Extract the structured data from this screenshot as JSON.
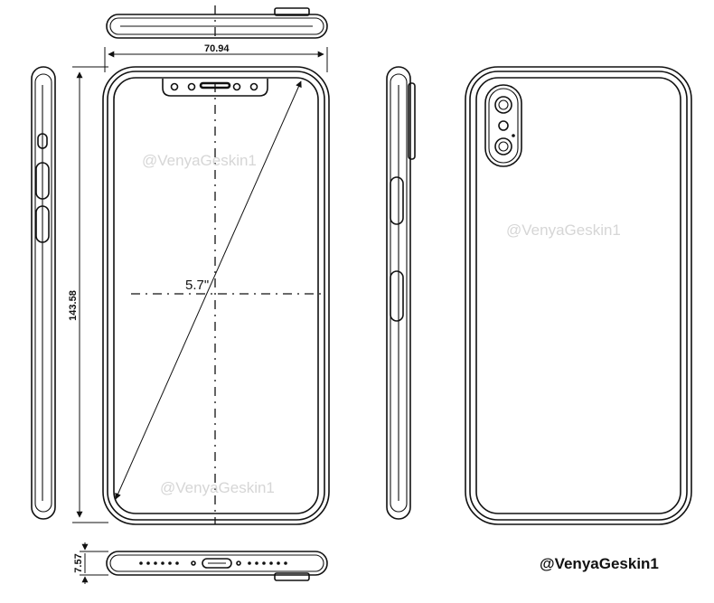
{
  "dimensions": {
    "width_mm": "70.94",
    "height_mm": "143.58",
    "depth_mm": "7.57",
    "screen_size": "5.7\""
  },
  "watermark": "@VenyaGeskin1",
  "credit": "@VenyaGeskin1"
}
